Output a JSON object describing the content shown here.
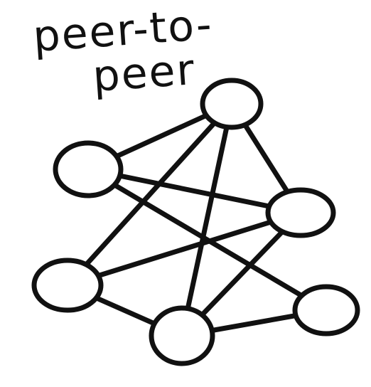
{
  "diagram": {
    "title_line_1": "peer-to-",
    "title_line_2": "peer",
    "stroke_color": "#111111",
    "background_color": "#ffffff",
    "nodes": [
      {
        "id": "top"
      },
      {
        "id": "left-upper"
      },
      {
        "id": "right-middle"
      },
      {
        "id": "left-lower"
      },
      {
        "id": "bottom-center"
      },
      {
        "id": "right-lower"
      }
    ],
    "edges": [
      [
        "top",
        "left-upper"
      ],
      [
        "top",
        "left-lower"
      ],
      [
        "top",
        "bottom-center"
      ],
      [
        "top",
        "right-middle"
      ],
      [
        "left-upper",
        "right-middle"
      ],
      [
        "left-upper",
        "right-lower"
      ],
      [
        "left-lower",
        "right-middle"
      ],
      [
        "left-lower",
        "bottom-center"
      ],
      [
        "bottom-center",
        "right-middle"
      ],
      [
        "bottom-center",
        "right-lower"
      ]
    ]
  }
}
